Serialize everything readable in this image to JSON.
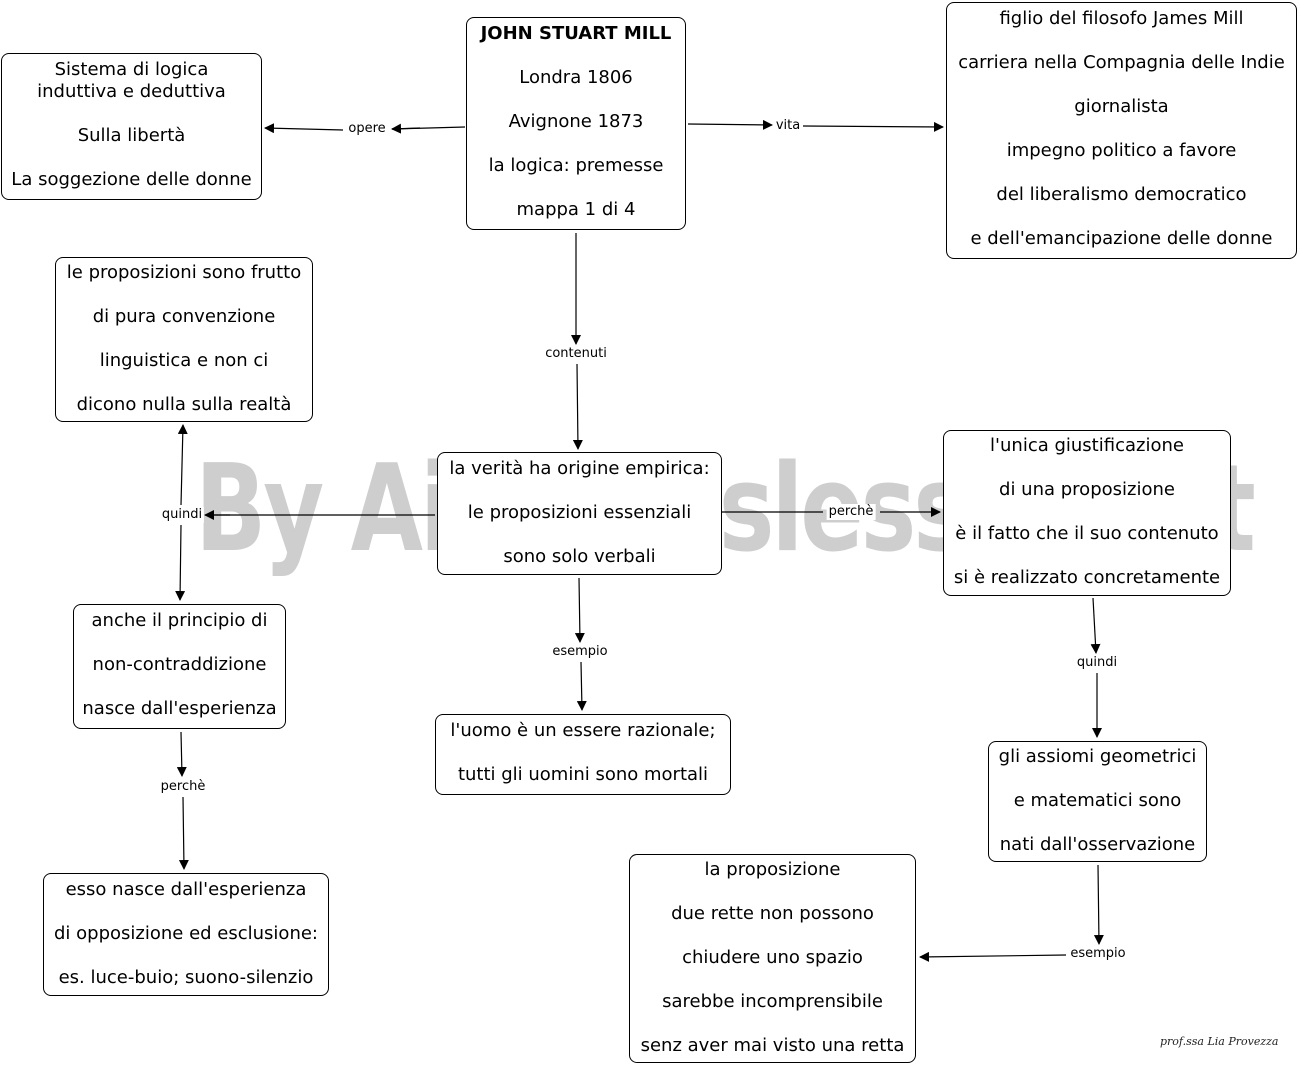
{
  "watermark": "By AiutoDislessia.net",
  "signature": "prof.ssa Lia Provezza",
  "nodes": {
    "center": {
      "lines": [
        "JOHN STUART MILL",
        "Londra 1806",
        "Avignone 1873",
        "la logica: premesse",
        "mappa 1 di 4"
      ]
    },
    "works": {
      "lines": [
        "Sistema di logica",
        "induttiva e deduttiva",
        "Sulla libertà",
        "La soggezione delle donne"
      ]
    },
    "life": {
      "lines": [
        "figlio del filosofo James Mill",
        "carriera nella Compagnia delle Indie",
        "giornalista",
        "impegno politico a favore",
        "del liberalismo democratico",
        "e dell'emancipazione delle donne"
      ]
    },
    "truth": {
      "lines": [
        "la verità ha origine empirica:",
        "le proposizioni essenziali",
        "sono solo verbali"
      ]
    },
    "convention": {
      "lines": [
        "le proposizioni sono frutto",
        "di pura convenzione",
        "linguistica e non ci",
        "dicono nulla sulla realtà"
      ]
    },
    "noncontradiction": {
      "lines": [
        "anche il principio di",
        "non-contraddizione",
        "nasce dall'esperienza"
      ]
    },
    "opposition": {
      "lines": [
        "esso nasce dall'esperienza",
        "di opposizione ed esclusione:",
        "es. luce-buio; suono-silenzio"
      ]
    },
    "example_man": {
      "lines": [
        "l'uomo è  un essere razionale;",
        "tutti gli uomini sono mortali"
      ]
    },
    "justification": {
      "lines": [
        "l'unica giustificazione",
        "di una proposizione",
        "è il fatto che il suo contenuto",
        "si è realizzato concretamente"
      ]
    },
    "axioms": {
      "lines": [
        "gli assiomi geometrici",
        "e matematici sono",
        "nati dall'osservazione"
      ]
    },
    "lines_prop": {
      "lines": [
        "la proposizione",
        "due rette non possono",
        "chiudere uno spazio",
        "sarebbe incomprensibile",
        "senz aver mai visto una retta"
      ]
    }
  },
  "edge_labels": {
    "opere": "opere",
    "vita": "vita",
    "contenuti": "contenuti",
    "quindi_left": "quindi",
    "perche_right": "perchè",
    "esempio_center": "esempio",
    "perche_left": "perchè",
    "quindi_right": "quindi",
    "esempio_right": "esempio"
  }
}
